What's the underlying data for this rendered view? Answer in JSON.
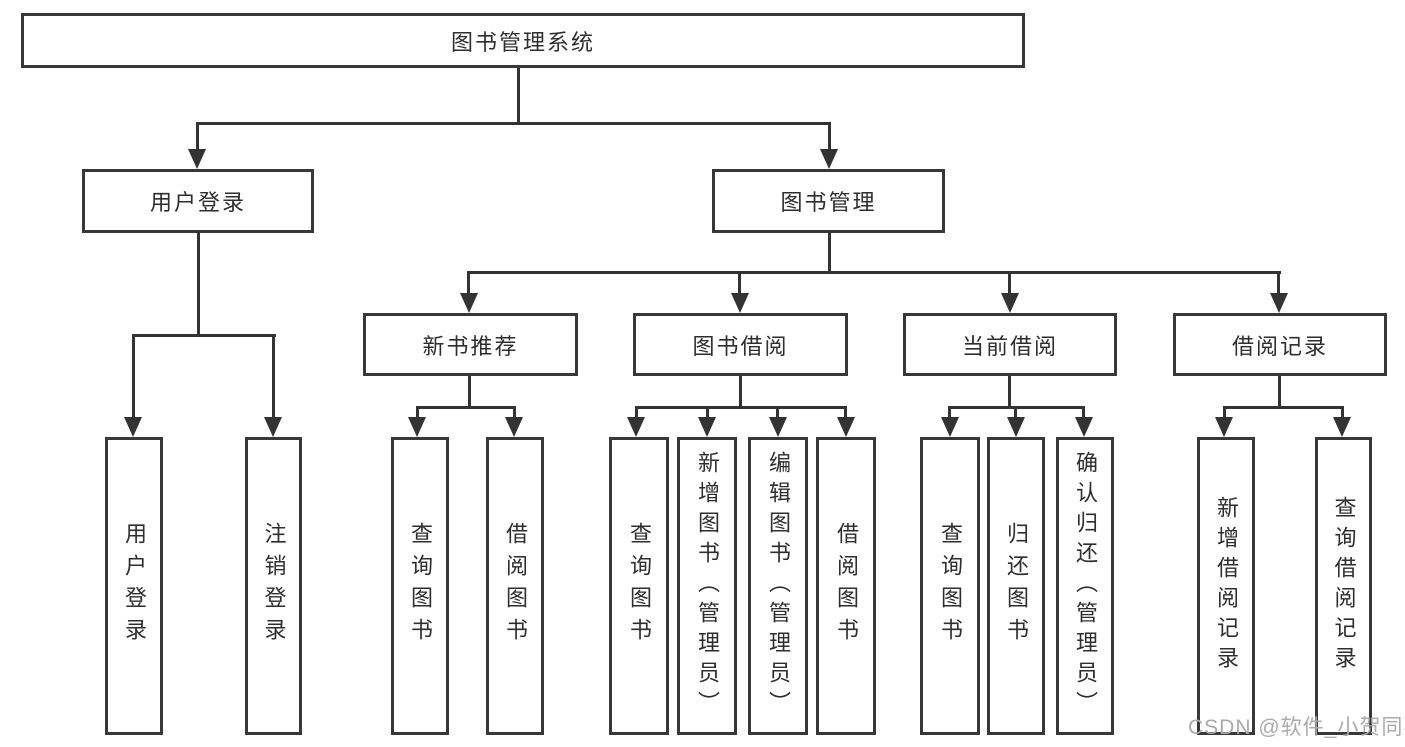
{
  "palette": {
    "line_color": "#333333",
    "box_border_color": "#383838",
    "text_color": "#2e2e2e",
    "background": "#ffffff",
    "watermark_color": "#ababab"
  },
  "nodes": {
    "root": {
      "label": "图书管理系统"
    },
    "user_login": {
      "label": "用户登录"
    },
    "book_mgmt": {
      "label": "图书管理"
    },
    "new_book_rec": {
      "label": "新书推荐"
    },
    "book_borrow": {
      "label": "图书借阅"
    },
    "current_borrow": {
      "label": "当前借阅"
    },
    "borrow_record": {
      "label": "借阅记录"
    },
    "leaves": {
      "login_user": {
        "label": "用户登录"
      },
      "login_logout": {
        "label": "注销登录"
      },
      "rec_query": {
        "label": "查询图书"
      },
      "rec_borrow": {
        "label": "借阅图书"
      },
      "bb_query": {
        "label": "查询图书"
      },
      "bb_add": {
        "label": "新增图书（管理员）"
      },
      "bb_edit": {
        "label": "编辑图书（管理员）"
      },
      "bb_borrow": {
        "label": "借阅图书"
      },
      "cb_query": {
        "label": "查询图书"
      },
      "cb_return": {
        "label": "归还图书"
      },
      "cb_confirm": {
        "label": "确认归还（管理员）"
      },
      "br_add": {
        "label": "新增借阅记录"
      },
      "br_query": {
        "label": "查询借阅记录"
      }
    }
  },
  "watermark": {
    "text": "CSDN @软件_小贺同学"
  }
}
